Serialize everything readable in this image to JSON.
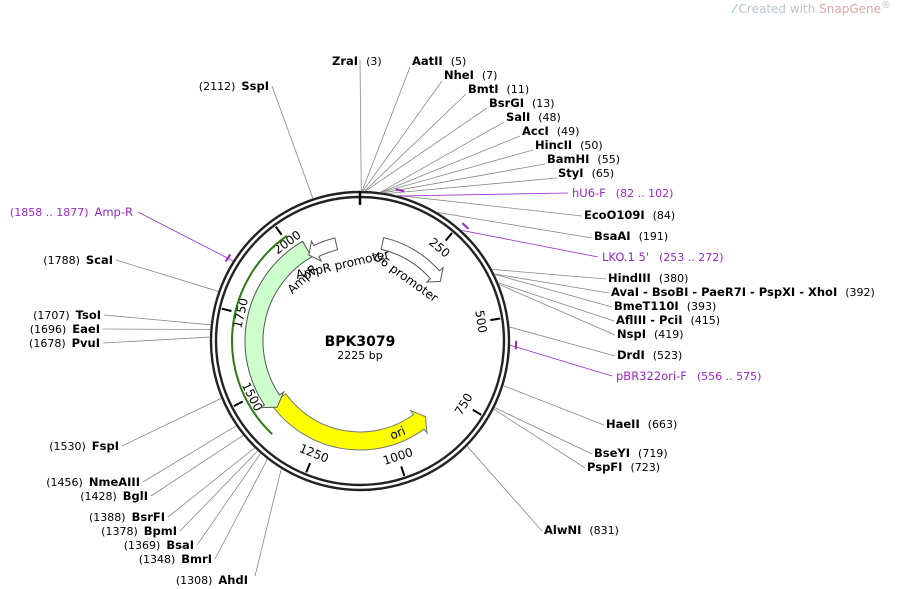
{
  "watermark": {
    "prefix": "Created with",
    "brand": "SnapGene",
    "mark": "®"
  },
  "plasmid": {
    "name": "BPK3079",
    "size_label": "2225 bp",
    "length": 2225
  },
  "ticks": [
    "250",
    "500",
    "750",
    "1000",
    "1250",
    "1500",
    "1750",
    "2000"
  ],
  "features": [
    {
      "label": "ori",
      "color": "#ffff00"
    },
    {
      "label": "AmpR",
      "color": "#ccffcc"
    },
    {
      "label": "AmpR promoter",
      "color": "#ffffff"
    },
    {
      "label": "U6 promoter",
      "color": "#ffffff"
    }
  ],
  "right_sites": [
    {
      "parts": [
        "ZraI"
      ],
      "pos": "(3)"
    },
    {
      "parts": [
        "AatII"
      ],
      "pos": "(5)"
    },
    {
      "parts": [
        "NheI"
      ],
      "pos": "(7)"
    },
    {
      "parts": [
        "BmtI"
      ],
      "pos": "(11)"
    },
    {
      "parts": [
        "BsrGI"
      ],
      "pos": "(13)"
    },
    {
      "parts": [
        "SalI"
      ],
      "pos": "(48)"
    },
    {
      "parts": [
        "AccI"
      ],
      "pos": "(49)"
    },
    {
      "parts": [
        "HincII"
      ],
      "pos": "(50)"
    },
    {
      "parts": [
        "BamHI"
      ],
      "pos": "(55)"
    },
    {
      "parts": [
        "StyI"
      ],
      "pos": "(65)"
    },
    {
      "parts": [
        "EcoO109I"
      ],
      "pos": "(84)"
    },
    {
      "parts": [
        "BsaAI"
      ],
      "pos": "(191)"
    },
    {
      "parts": [
        "HindIII"
      ],
      "pos": "(380)"
    },
    {
      "parts": [
        "AvaI",
        "BsoBI",
        "PaeR7I",
        "PspXI",
        "XhoI"
      ],
      "pos": "(392)"
    },
    {
      "parts": [
        "BmeT110I"
      ],
      "pos": "(393)"
    },
    {
      "parts": [
        "AflIII",
        "PciI"
      ],
      "pos": "(415)"
    },
    {
      "parts": [
        "NspI"
      ],
      "pos": "(419)"
    },
    {
      "parts": [
        "DrdI"
      ],
      "pos": "(523)"
    },
    {
      "parts": [
        "HaeII"
      ],
      "pos": "(663)"
    },
    {
      "parts": [
        "BseYI"
      ],
      "pos": "(719)"
    },
    {
      "parts": [
        "PspFI"
      ],
      "pos": "(723)"
    },
    {
      "parts": [
        "AlwNI"
      ],
      "pos": "(831)"
    }
  ],
  "left_sites": [
    {
      "parts": [
        "SspI"
      ],
      "pos": "(2112)"
    },
    {
      "parts": [
        "ScaI"
      ],
      "pos": "(1788)"
    },
    {
      "parts": [
        "TsoI"
      ],
      "pos": "(1707)"
    },
    {
      "parts": [
        "EaeI"
      ],
      "pos": "(1696)"
    },
    {
      "parts": [
        "PvuI"
      ],
      "pos": "(1678)"
    },
    {
      "parts": [
        "FspI"
      ],
      "pos": "(1530)"
    },
    {
      "parts": [
        "NmeAIII"
      ],
      "pos": "(1456)"
    },
    {
      "parts": [
        "BglI"
      ],
      "pos": "(1428)"
    },
    {
      "parts": [
        "BsrFI"
      ],
      "pos": "(1388)"
    },
    {
      "parts": [
        "BpmI"
      ],
      "pos": "(1378)"
    },
    {
      "parts": [
        "BsaI"
      ],
      "pos": "(1369)"
    },
    {
      "parts": [
        "BmrI"
      ],
      "pos": "(1348)"
    },
    {
      "parts": [
        "AhdI"
      ],
      "pos": "(1308)"
    }
  ],
  "primers": [
    {
      "name": "hU6-F",
      "range": "(82 .. 102)"
    },
    {
      "name": "LKO.1 5'",
      "range": "(253 .. 272)"
    },
    {
      "name": "pBR322ori-F",
      "range": "(556 .. 575)"
    },
    {
      "name": "Amp-R",
      "range": "(1858 .. 1877)"
    }
  ],
  "colors": {
    "primer": "#9b27c9",
    "backbone": "#222222",
    "ori": "#ffff00",
    "ampr": "#ccffcc"
  }
}
